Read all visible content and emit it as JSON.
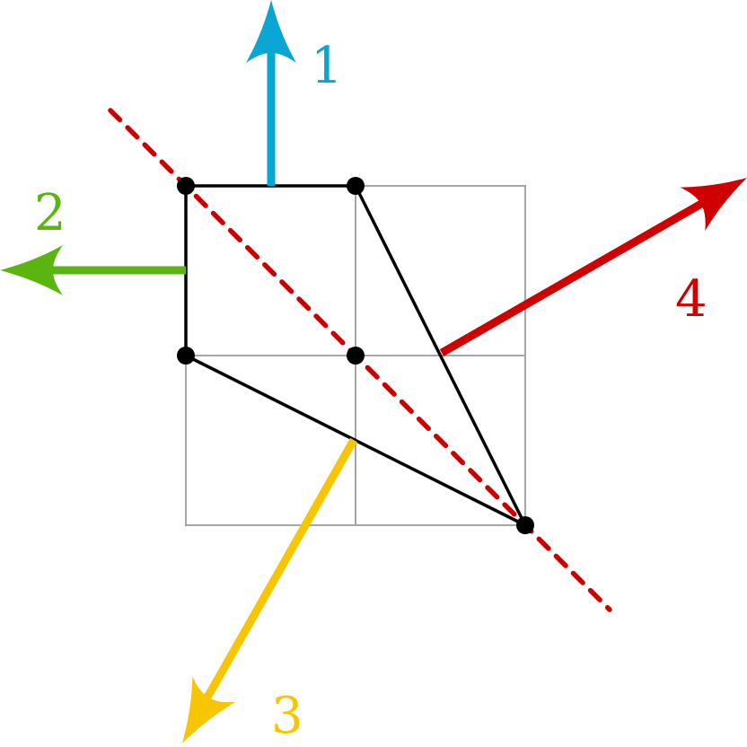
{
  "colors": {
    "grid": "#a6a6a6",
    "polygon": "#000000",
    "vertex": "#000000",
    "dashed_line": "#cc0000",
    "vector_1": "#0aa6d3",
    "vector_2": "#5ab50f",
    "vector_3": "#f7c600",
    "vector_4": "#d10000"
  },
  "labels": {
    "vector_1": "1",
    "vector_2": "2",
    "vector_3": "3",
    "vector_4": "4"
  }
}
